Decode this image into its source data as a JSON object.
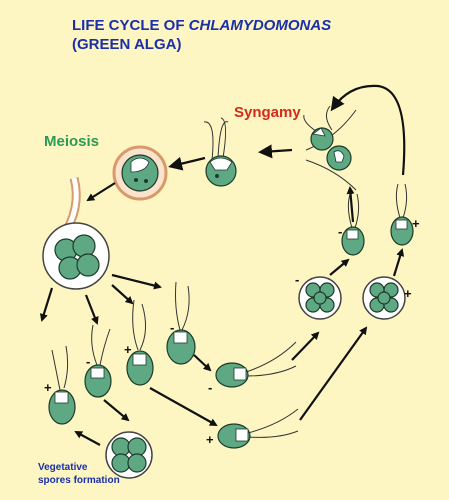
{
  "title": {
    "line1_prefix": "LIFE CYCLE OF ",
    "line1_italic": "CHLAMYDOMONAS",
    "line2": "(GREEN ALGA)"
  },
  "labels": {
    "syngamy": "Syngamy",
    "meiosis": "Meiosis",
    "vegetative_line1": "Vegetative",
    "vegetative_line2": "spores formation"
  },
  "signs": {
    "plus": "+",
    "minus": "-"
  },
  "colors": {
    "background": "#fdf6c3",
    "title": "#1a2fa8",
    "syngamy": "#d42a1a",
    "meiosis": "#2a9a55",
    "cell": "#5ea983",
    "zygote_ring": "#e8b48a"
  }
}
